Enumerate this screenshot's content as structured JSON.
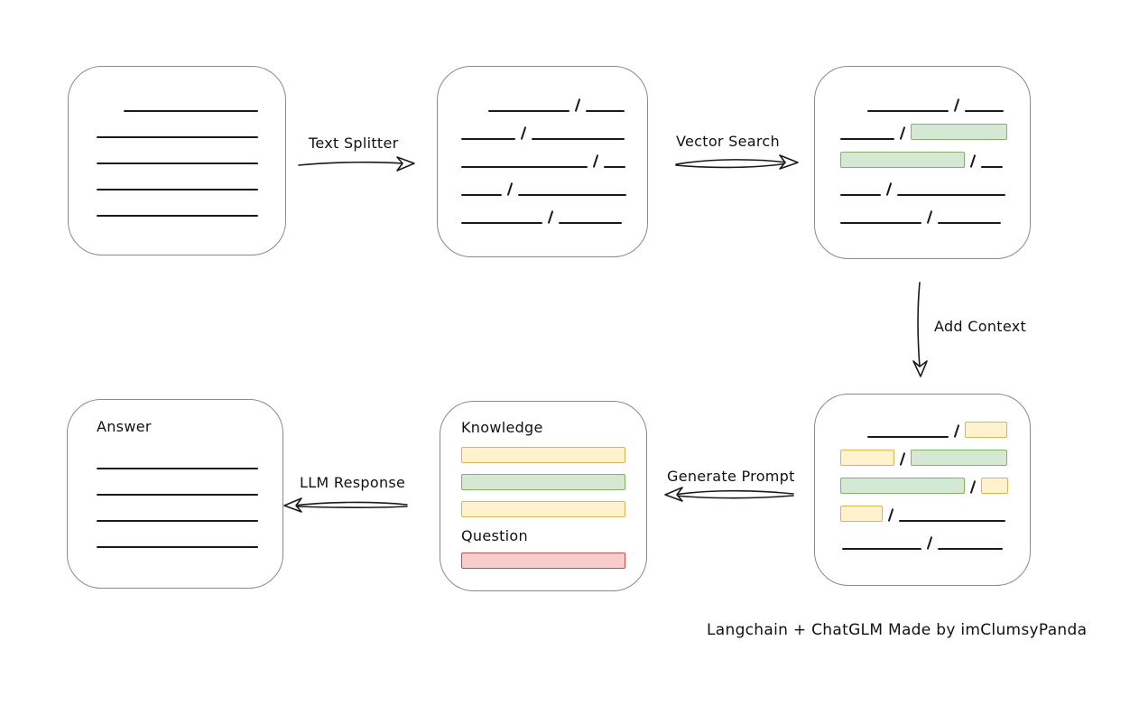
{
  "diagram": {
    "arrows": {
      "text_splitter": "Text Splitter",
      "vector_search": "Vector Search",
      "add_context": "Add Context",
      "generate_prompt": "Generate Prompt",
      "llm_response": "LLM Response"
    },
    "prompt_box": {
      "knowledge_label": "Knowledge",
      "question_label": "Question"
    },
    "answer_box": {
      "label": "Answer"
    },
    "footer": "Langchain + ChatGLM Made by imClumsyPanda",
    "colors": {
      "green_fill": "#d5e8d4",
      "green_border": "#82b366",
      "yellow_fill": "#fff2cc",
      "yellow_border": "#d6b656",
      "red_fill": "#f8cecc",
      "red_border": "#b85450",
      "line": "#1a1a1a",
      "box_border": "#8a8a8a"
    },
    "document_rows": [
      {
        "indent": 61,
        "segments": [
          {
            "type": "line",
            "w": 149
          }
        ]
      },
      {
        "indent": 31,
        "segments": [
          {
            "type": "line",
            "w": 179
          }
        ]
      },
      {
        "indent": 31,
        "segments": [
          {
            "type": "line",
            "w": 179
          }
        ]
      },
      {
        "indent": 31,
        "segments": [
          {
            "type": "line",
            "w": 179
          }
        ]
      },
      {
        "indent": 31,
        "segments": [
          {
            "type": "line",
            "w": 179
          }
        ]
      }
    ],
    "split_rows": [
      {
        "indent": 56,
        "segments": [
          {
            "type": "line",
            "w": 90
          },
          {
            "type": "slash"
          },
          {
            "type": "line",
            "w": 43
          }
        ]
      },
      {
        "indent": 26,
        "segments": [
          {
            "type": "line",
            "w": 60
          },
          {
            "type": "slash"
          },
          {
            "type": "line",
            "w": 103
          }
        ]
      },
      {
        "indent": 26,
        "segments": [
          {
            "type": "line",
            "w": 140
          },
          {
            "type": "slash"
          },
          {
            "type": "line",
            "w": 24
          }
        ]
      },
      {
        "indent": 26,
        "segments": [
          {
            "type": "line",
            "w": 45
          },
          {
            "type": "slash"
          },
          {
            "type": "line",
            "w": 120
          }
        ]
      },
      {
        "indent": 26,
        "segments": [
          {
            "type": "line",
            "w": 90
          },
          {
            "type": "slash"
          },
          {
            "type": "line",
            "w": 70
          }
        ]
      }
    ],
    "retrieved_rows": [
      {
        "indent": 58,
        "segments": [
          {
            "type": "line",
            "w": 90
          },
          {
            "type": "slash"
          },
          {
            "type": "line",
            "w": 43
          }
        ]
      },
      {
        "indent": 28,
        "segments": [
          {
            "type": "line",
            "w": 60
          },
          {
            "type": "slash"
          },
          {
            "type": "chunk",
            "color": "green",
            "w": 107
          }
        ]
      },
      {
        "indent": 28,
        "segments": [
          {
            "type": "chunk",
            "color": "green",
            "w": 138
          },
          {
            "type": "slash"
          },
          {
            "type": "line",
            "w": 24
          }
        ]
      },
      {
        "indent": 28,
        "segments": [
          {
            "type": "line",
            "w": 45
          },
          {
            "type": "slash"
          },
          {
            "type": "line",
            "w": 120
          }
        ]
      },
      {
        "indent": 28,
        "segments": [
          {
            "type": "line",
            "w": 90
          },
          {
            "type": "slash"
          },
          {
            "type": "line",
            "w": 70
          }
        ]
      }
    ],
    "context_rows": [
      {
        "indent": 58,
        "segments": [
          {
            "type": "line",
            "w": 90
          },
          {
            "type": "slash"
          },
          {
            "type": "chunk",
            "color": "yellow",
            "w": 47
          }
        ]
      },
      {
        "indent": 28,
        "segments": [
          {
            "type": "chunk",
            "color": "yellow",
            "w": 60
          },
          {
            "type": "slash"
          },
          {
            "type": "chunk",
            "color": "green",
            "w": 107
          }
        ]
      },
      {
        "indent": 28,
        "segments": [
          {
            "type": "chunk",
            "color": "green",
            "w": 138
          },
          {
            "type": "slash"
          },
          {
            "type": "chunk",
            "color": "yellow",
            "w": 30
          }
        ]
      },
      {
        "indent": 28,
        "segments": [
          {
            "type": "chunk",
            "color": "yellow",
            "w": 47
          },
          {
            "type": "slash"
          },
          {
            "type": "line",
            "w": 118
          }
        ]
      },
      {
        "indent": 30,
        "segments": [
          {
            "type": "line",
            "w": 88
          },
          {
            "type": "slash"
          },
          {
            "type": "line",
            "w": 72
          }
        ]
      }
    ],
    "knowledge_bars": [
      {
        "segments": [
          {
            "type": "chunk",
            "color": "yellow",
            "w": 182
          }
        ]
      },
      {
        "segments": [
          {
            "type": "chunk",
            "color": "green",
            "w": 182
          }
        ]
      },
      {
        "segments": [
          {
            "type": "chunk",
            "color": "yellow",
            "w": 182
          }
        ]
      }
    ],
    "question_bars": [
      {
        "segments": [
          {
            "type": "chunk",
            "color": "red",
            "w": 182
          }
        ]
      }
    ],
    "answer_lines": [
      {
        "segments": [
          {
            "type": "line",
            "w": 179
          }
        ]
      },
      {
        "segments": [
          {
            "type": "line",
            "w": 179
          }
        ]
      },
      {
        "segments": [
          {
            "type": "line",
            "w": 179
          }
        ]
      },
      {
        "segments": [
          {
            "type": "line",
            "w": 179
          }
        ]
      }
    ]
  }
}
